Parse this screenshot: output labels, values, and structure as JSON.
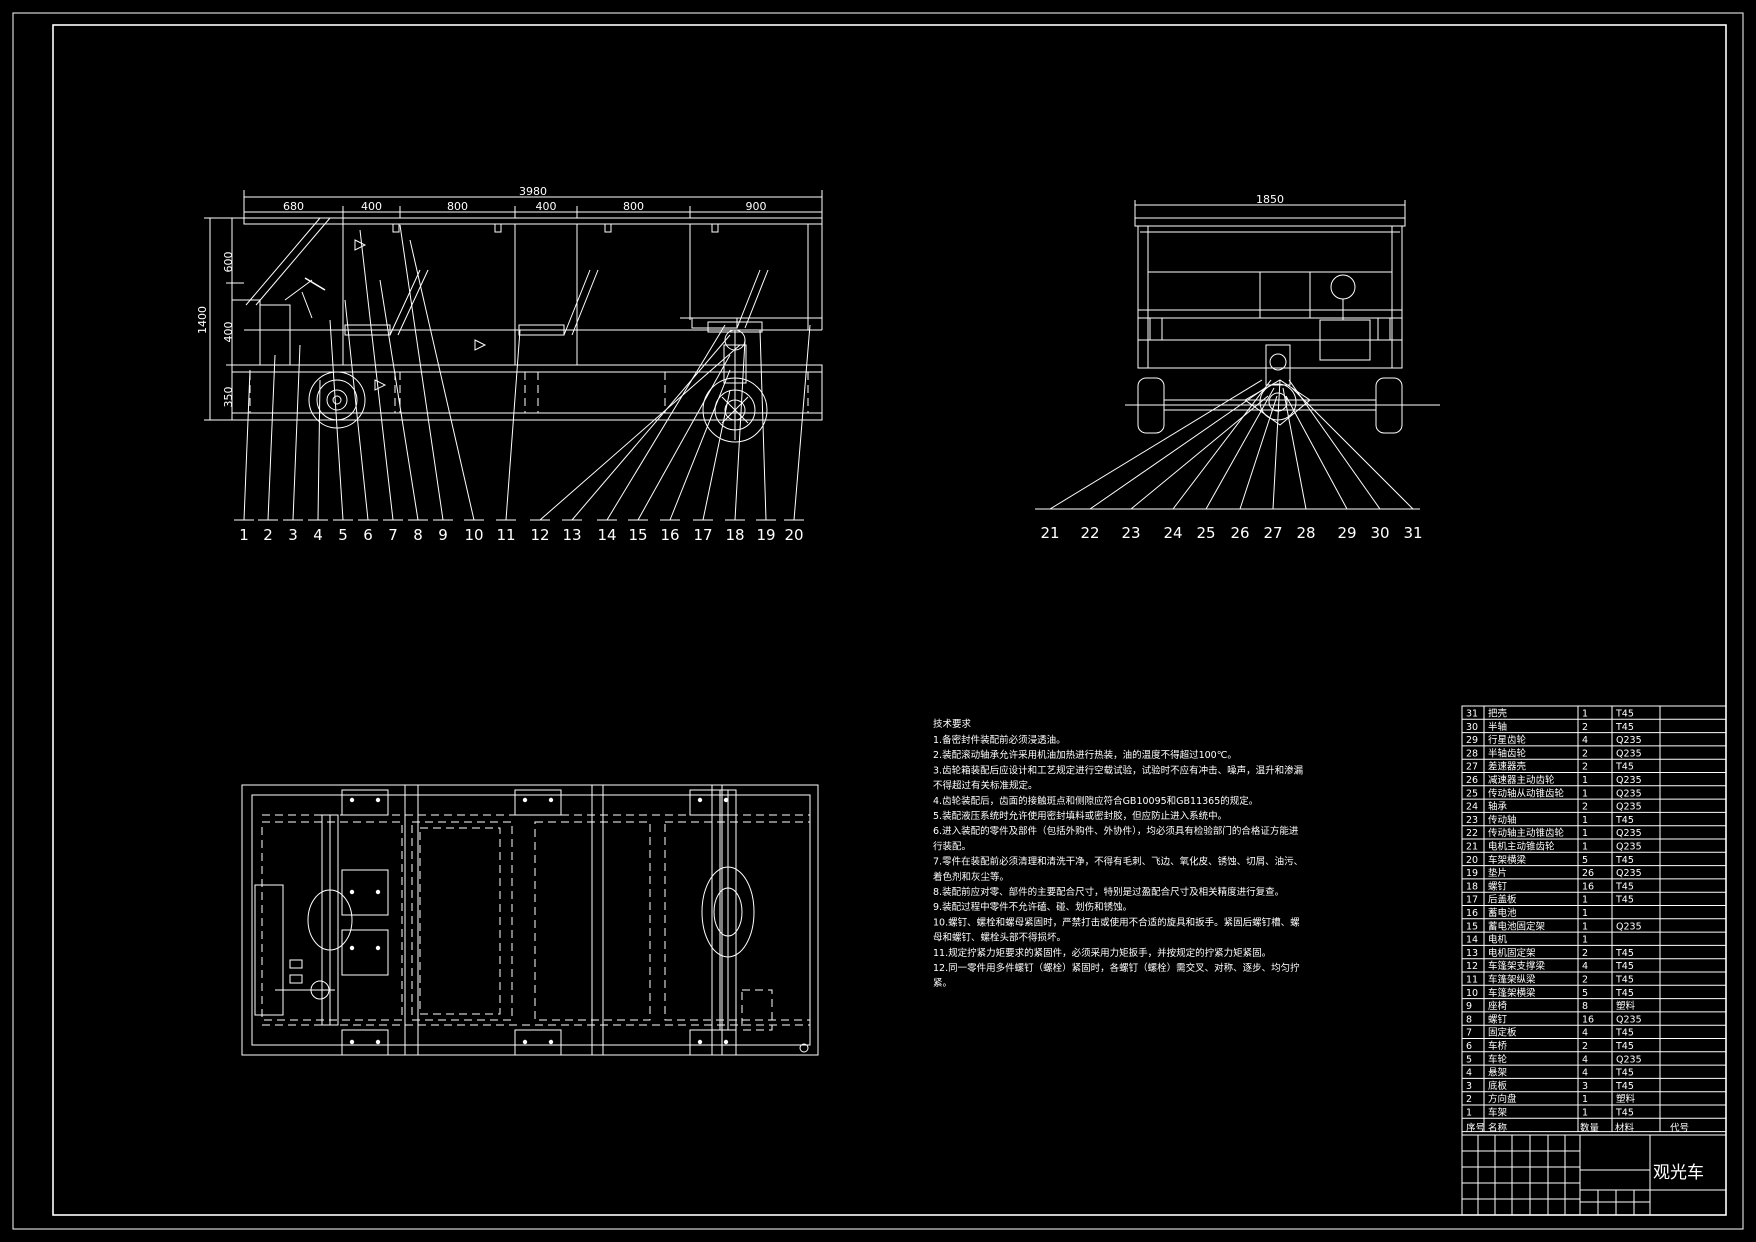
{
  "side_view": {
    "overall_dim": "3980",
    "top_dims": [
      "680",
      "400",
      "800",
      "400",
      "800",
      "900"
    ],
    "left_dims": [
      "600",
      "1400",
      "400",
      "350"
    ],
    "balloons": [
      "1",
      "2",
      "3",
      "4",
      "5",
      "6",
      "7",
      "8",
      "9",
      "10",
      "11",
      "12",
      "13",
      "14",
      "15",
      "16",
      "17",
      "18",
      "19",
      "20"
    ]
  },
  "front_view": {
    "width_dim": "1850",
    "balloons": [
      "21",
      "22",
      "23",
      "24",
      "25",
      "26",
      "27",
      "28",
      "29",
      "30",
      "31"
    ]
  },
  "tech_req": {
    "title": "技术要求",
    "lines": [
      "1.备密封件装配前必须浸透油。",
      "2.装配滚动轴承允许采用机油加热进行热装，油的温度不得超过100℃。",
      "3.齿轮箱装配后应设计和工艺规定进行空载试验，试验时不应有冲击、噪声，温升和渗漏",
      "不得超过有关标准规定。",
      "4.齿轮装配后，齿面的接触斑点和侧隙应符合GB10095和GB11365的规定。",
      "5.装配液压系统时允许使用密封填料或密封胶，但应防止进入系统中。",
      "6.进入装配的零件及部件（包括外购件、外协件），均必须具有检验部门的合格证方能进",
      "行装配。",
      "7.零件在装配前必须清理和清洗干净，不得有毛刺、飞边、氧化皮、锈蚀、切屑、油污、",
      "着色剂和灰尘等。",
      "8.装配前应对零、部件的主要配合尺寸，特别是过盈配合尺寸及相关精度进行复查。",
      "9.装配过程中零件不允许磕、碰、划伤和锈蚀。",
      "10.螺钉、螺栓和螺母紧固时，严禁打击或使用不合适的旋具和扳手。紧固后螺钉槽、螺",
      "母和螺钉、螺栓头部不得损坏。",
      "11.规定拧紧力矩要求的紧固件，必须采用力矩扳手，并按规定的拧紧力矩紧固。",
      "12.同一零件用多件螺钉（螺栓）紧固时，各螺钉（螺栓）需交叉、对称、逐步、均匀拧",
      "紧。"
    ]
  },
  "bom": {
    "rows": [
      {
        "no": "31",
        "name": "把壳",
        "qty": "1",
        "mat": "T45"
      },
      {
        "no": "30",
        "name": "半轴",
        "qty": "2",
        "mat": "T45"
      },
      {
        "no": "29",
        "name": "行星齿轮",
        "qty": "4",
        "mat": "Q235"
      },
      {
        "no": "28",
        "name": "半轴齿轮",
        "qty": "2",
        "mat": "Q235"
      },
      {
        "no": "27",
        "name": "差速器壳",
        "qty": "2",
        "mat": "T45"
      },
      {
        "no": "26",
        "name": "减速器主动齿轮",
        "qty": "1",
        "mat": "Q235"
      },
      {
        "no": "25",
        "name": "传动轴从动锥齿轮",
        "qty": "1",
        "mat": "Q235"
      },
      {
        "no": "24",
        "name": "轴承",
        "qty": "2",
        "mat": "Q235"
      },
      {
        "no": "23",
        "name": "传动轴",
        "qty": "1",
        "mat": "T45"
      },
      {
        "no": "22",
        "name": "传动轴主动锥齿轮",
        "qty": "1",
        "mat": "Q235"
      },
      {
        "no": "21",
        "name": "电机主动锥齿轮",
        "qty": "1",
        "mat": "Q235"
      },
      {
        "no": "20",
        "name": "车架横梁",
        "qty": "5",
        "mat": "T45"
      },
      {
        "no": "19",
        "name": "垫片",
        "qty": "26",
        "mat": "Q235"
      },
      {
        "no": "18",
        "name": "螺钉",
        "qty": "16",
        "mat": "T45"
      },
      {
        "no": "17",
        "name": "后盖板",
        "qty": "1",
        "mat": "T45"
      },
      {
        "no": "16",
        "name": "蓄电池",
        "qty": "1",
        "mat": ""
      },
      {
        "no": "15",
        "name": "蓄电池固定架",
        "qty": "1",
        "mat": "Q235"
      },
      {
        "no": "14",
        "name": "电机",
        "qty": "1",
        "mat": ""
      },
      {
        "no": "13",
        "name": "电机固定架",
        "qty": "2",
        "mat": "T45"
      },
      {
        "no": "12",
        "name": "车篷架支撑梁",
        "qty": "4",
        "mat": "T45"
      },
      {
        "no": "11",
        "name": "车篷架纵梁",
        "qty": "2",
        "mat": "T45"
      },
      {
        "no": "10",
        "name": "车篷架横梁",
        "qty": "5",
        "mat": "T45"
      },
      {
        "no": "9",
        "name": "座椅",
        "qty": "8",
        "mat": "塑料"
      },
      {
        "no": "8",
        "name": "螺钉",
        "qty": "16",
        "mat": "Q235"
      },
      {
        "no": "7",
        "name": "固定板",
        "qty": "4",
        "mat": "T45"
      },
      {
        "no": "6",
        "name": "车桥",
        "qty": "2",
        "mat": "T45"
      },
      {
        "no": "5",
        "name": "车轮",
        "qty": "4",
        "mat": "Q235"
      },
      {
        "no": "4",
        "name": "悬架",
        "qty": "4",
        "mat": "T45"
      },
      {
        "no": "3",
        "name": "底板",
        "qty": "3",
        "mat": "T45"
      },
      {
        "no": "2",
        "name": "方向盘",
        "qty": "1",
        "mat": "塑料"
      },
      {
        "no": "1",
        "name": "车架",
        "qty": "1",
        "mat": "T45"
      }
    ],
    "header": {
      "no": "序号",
      "name": "名称",
      "qty": "数量",
      "mat": "材料",
      "code": "代号"
    }
  },
  "title_block": {
    "name": "观光车"
  }
}
